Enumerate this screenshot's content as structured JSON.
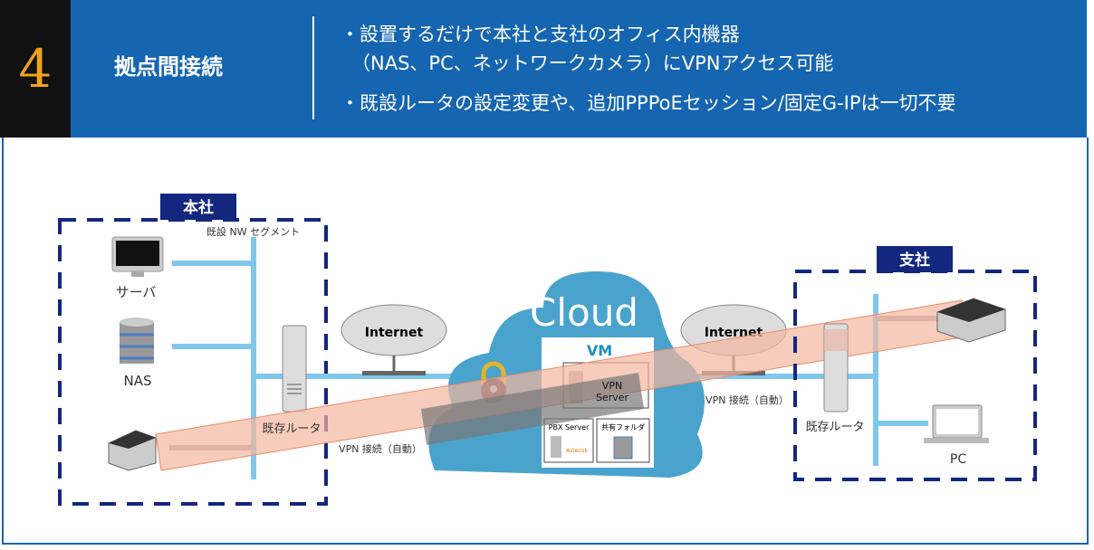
{
  "header": {
    "number": "4",
    "title": "拠点間接続",
    "bullets": [
      "・設置するだけで本社と支社のオフィス内機器",
      "（NAS、PC、ネットワークカメラ）にVPNアクセス可能",
      "・既設ルータの設定変更や、追加PPPoEセッション/固定G-IPは一切不要"
    ]
  },
  "head_office": {
    "label": "本社",
    "segment": "既設 NW セグメント",
    "server": "サーバ",
    "nas": "NAS",
    "router": "既存ルータ"
  },
  "branch": {
    "label": "支社",
    "router": "既存ルータ",
    "pc": "PC"
  },
  "internet_left": "Internet",
  "internet_right": "Internet",
  "cloud": {
    "title": "Cloud",
    "vm": "VM",
    "vpn_server": [
      "VPN",
      "Server"
    ],
    "pbx": "PBX Server",
    "asterisk": "Asterisk",
    "shared_folder": "共有フォルダ"
  },
  "vpn_left": "VPN 接続（自動）",
  "vpn_right": "VPN 接続（自動）",
  "colors": {
    "header": "#1565b1",
    "accent": "#f2a21b",
    "navy": "#13277f",
    "line": "#7fc8ec",
    "cloud": "#4aa3cc",
    "tunnel": "#f3b7a0"
  }
}
